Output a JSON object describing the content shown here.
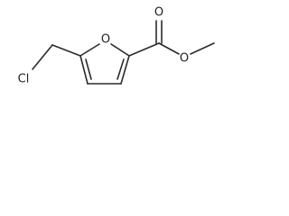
{
  "molecule": {
    "atoms": {
      "ring_oxygen": "O",
      "carbonyl_oxygen": "O",
      "ester_oxygen": "O",
      "chlorine": "Cl"
    }
  }
}
